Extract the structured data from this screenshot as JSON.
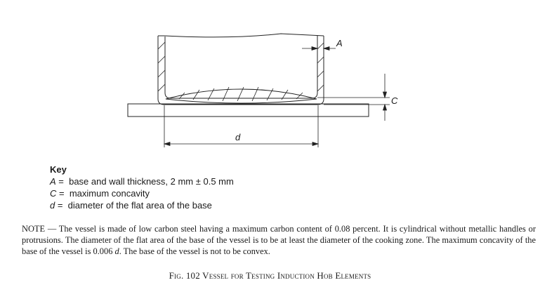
{
  "diagram": {
    "labels": {
      "A": "A",
      "C": "C",
      "d": "d"
    }
  },
  "key": {
    "title": "Key",
    "items": [
      {
        "symbol": "A",
        "text": " =  base and wall thickness, 2 mm ± 0.5 mm"
      },
      {
        "symbol": "C",
        "text": " =  maximum concavity"
      },
      {
        "symbol": "d",
        "text": " =  diameter of the flat area of the base"
      }
    ]
  },
  "note": {
    "part1": "NOTE — The vessel is made of low carbon steel having a maximum carbon content of 0.08 percent. It is cylindrical without metallic handles or protrusions. The diameter of the flat area of the base of the vessel is to be at least the diameter of the cooking zone. The maximum concavity of the base of the vessel is 0.006 ",
    "symbol": "d",
    "part2": ". The base of the vessel is not to be convex."
  },
  "caption": "Fig. 102 Vessel for Testing Induction Hob Elements"
}
